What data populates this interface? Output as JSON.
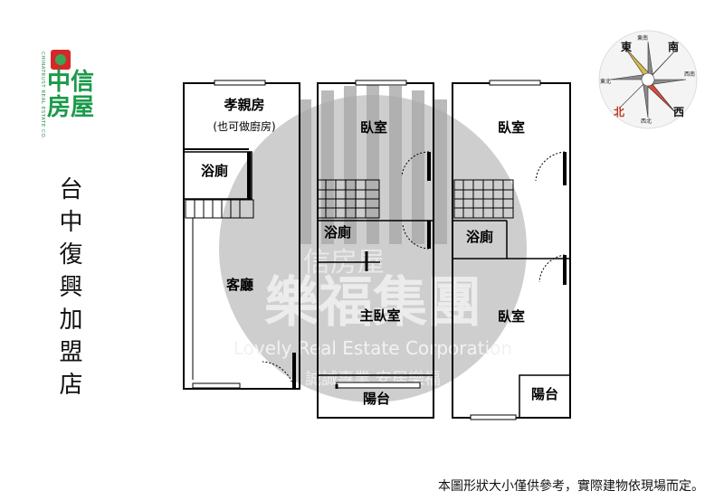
{
  "brand": {
    "vertical": "CHINATRUST REAL ESTATE CO.",
    "name_line1": "中信",
    "name_line2": "房屋",
    "accent": "#1a9a4a",
    "logo_red": "#d62828"
  },
  "store_name": "台中復興加盟店",
  "rooms": {
    "elder": "孝親房",
    "elder_note": "(也可做廚房)",
    "bath1": "浴廁",
    "living": "客廳",
    "bedroom_top_mid": "臥室",
    "bath2": "浴廁",
    "master": "主臥室",
    "balcony_mid": "陽台",
    "bedroom_top_right": "臥室",
    "bath3": "浴廁",
    "bedroom_bottom_right": "臥室",
    "balcony_right": "陽台"
  },
  "watermark": {
    "line1": "樂福集團",
    "line2": "Lovely Real Estate Corporation",
    "line3": "誠誠專業 安居樂福",
    "line4": "信房屋"
  },
  "compass": {
    "north": "北",
    "south": "南",
    "east": "東",
    "west": "西",
    "northeast": "東北",
    "southeast": "東南",
    "southwest": "西南",
    "northwest": "西北"
  },
  "footnote": "本圖形狀大小僅供參考，實際建物依現場而定。"
}
